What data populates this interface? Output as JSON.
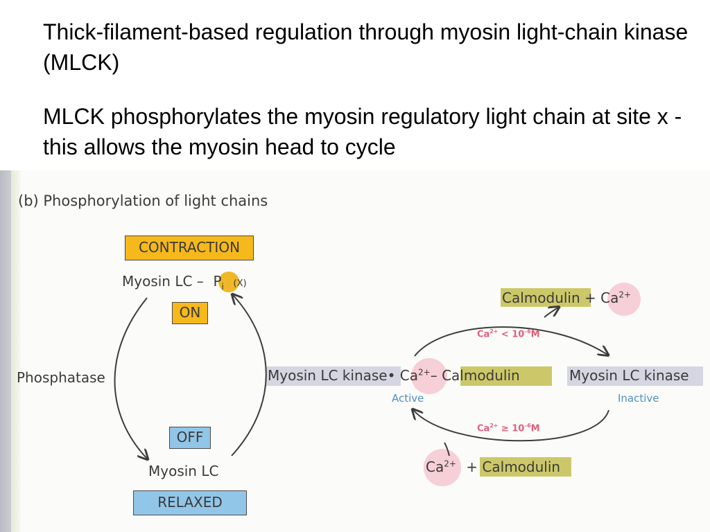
{
  "title": "Thick-filament-based regulation through myosin light-chain kinase (MLCK)",
  "body": "MLCK phosphorylates the myosin regulatory light chain at site x - this allows the myosin head to cycle",
  "figure": {
    "caption": "(b)  Phosphorylation of light chains",
    "contraction": "CONTRACTION",
    "myosin_lc_p": "Myosin LC –",
    "pi_symbol": "P",
    "pi_sub": "i",
    "site": "(X)",
    "on": "ON",
    "off": "OFF",
    "phosphatase": "Phosphatase",
    "myosin_lc": "Myosin LC",
    "relaxed": "RELAXED",
    "kinase_active": "Myosin LC kinase",
    "dot": "•",
    "ca": "Ca",
    "ca_charge": "2+",
    "dash": "–",
    "calmodulin": "Calmodulin",
    "active": "Active",
    "kinase_inactive": "Myosin LC kinase",
    "inactive": "Inactive",
    "plus": "+",
    "cond_low": "< 10",
    "cond_high": "≥ 10",
    "exp": "–6",
    "molar": "M"
  },
  "colors": {
    "contraction_box": "#f6b81b",
    "relaxed_box": "#92c6e8",
    "calmodulin_highlight": "#ccc869",
    "kinase_highlight": "#d6d6e2",
    "calcium_circle": "#f7cfd6",
    "state_label": "#4e8fc2",
    "condition_label": "#e0607a"
  }
}
